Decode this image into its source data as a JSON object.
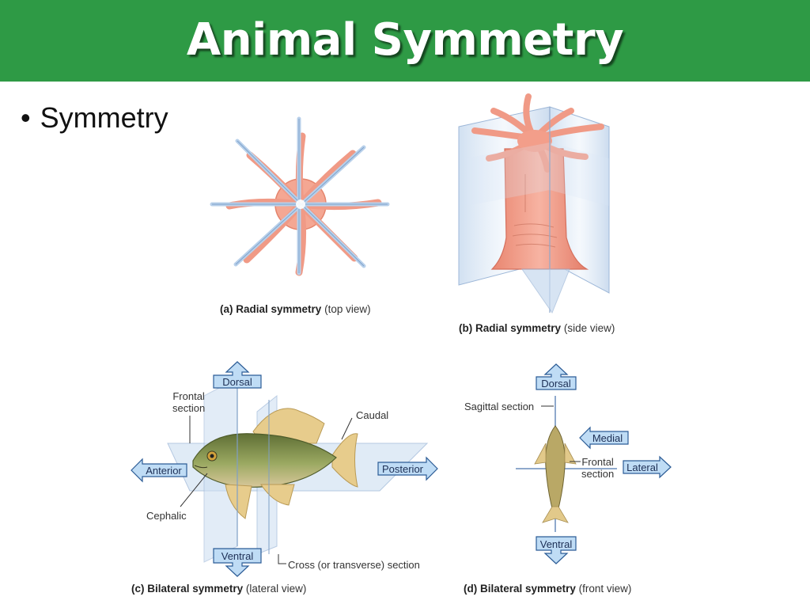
{
  "slide": {
    "title": "Animal Symmetry",
    "bullet": "Symmetry"
  },
  "panels": {
    "a": {
      "letter": "(a)",
      "bold": "Radial symmetry",
      "rest": "(top view)"
    },
    "b": {
      "letter": "(b)",
      "bold": "Radial symmetry",
      "rest": "(side view)"
    },
    "c": {
      "letter": "(c)",
      "bold": "Bilateral symmetry",
      "rest": "(lateral view)",
      "labels": {
        "dorsal": "Dorsal",
        "ventral": "Ventral",
        "anterior": "Anterior",
        "posterior": "Posterior",
        "frontal_line1": "Frontal",
        "frontal_line2": "section",
        "caudal": "Caudal",
        "cephalic": "Cephalic",
        "cross": "Cross (or transverse) section"
      }
    },
    "d": {
      "letter": "(d)",
      "bold": "Bilateral symmetry",
      "rest": "(front view)",
      "labels": {
        "dorsal": "Dorsal",
        "ventral": "Ventral",
        "sagittal": "Sagittal section",
        "medial": "Medial",
        "lateral": "Lateral",
        "frontal_line1": "Frontal",
        "frontal_line2": "section"
      }
    }
  },
  "colors": {
    "header_green": "#2e9a45",
    "tissue": "#f1a08c",
    "plane": "#cfe0f2",
    "arrow_fill": "#bfdcf5",
    "arrow_stroke": "#2c5c96",
    "fish_body": "#8a9a4e"
  }
}
